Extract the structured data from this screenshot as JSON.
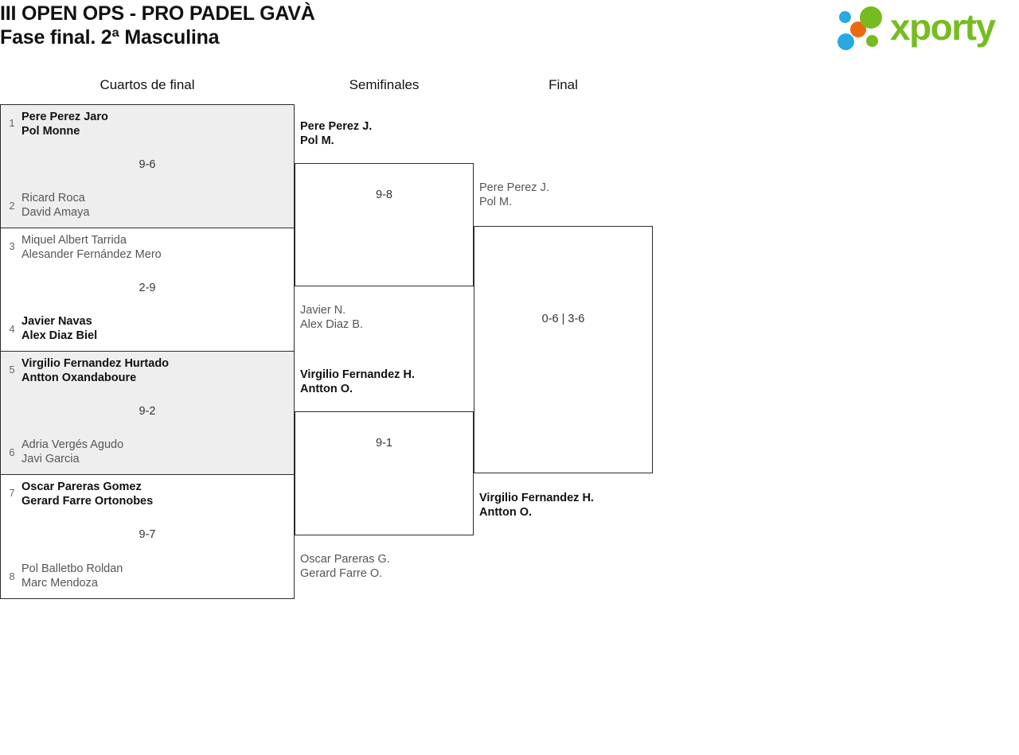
{
  "header": {
    "title_line1": "III OPEN OPS - PRO PADEL GAVÀ",
    "title_line2": "Fase final. 2ª Masculina"
  },
  "logo": {
    "wordmark": "xporty",
    "green": "#76bc21",
    "blue": "#27a9e1",
    "orange": "#ea6a10",
    "dots": [
      {
        "name": "dot-blue-small",
        "color": "#27a9e1"
      },
      {
        "name": "dot-orange",
        "color": "#ea6a10"
      },
      {
        "name": "dot-blue-large",
        "color": "#27a9e1"
      },
      {
        "name": "dot-green-large",
        "color": "#76bc21"
      },
      {
        "name": "dot-green-small",
        "color": "#76bc21"
      }
    ]
  },
  "rounds": [
    {
      "label": "Cuartos de final"
    },
    {
      "label": "Semifinales"
    },
    {
      "label": "Final"
    }
  ],
  "bracket": {
    "quarterfinals": [
      {
        "shaded": true,
        "score": "9-6",
        "top": {
          "seed": "1",
          "p1": "Pere Perez Jaro",
          "p2": "Pol Monne",
          "result": "winner"
        },
        "bottom": {
          "seed": "2",
          "p1": "Ricard Roca",
          "p2": "David Amaya",
          "result": "loser"
        }
      },
      {
        "shaded": false,
        "score": "2-9",
        "top": {
          "seed": "3",
          "p1": "Miquel Albert Tarrida",
          "p2": "Alesander Fernández Mero",
          "result": "loser"
        },
        "bottom": {
          "seed": "4",
          "p1": "Javier Navas",
          "p2": "Alex Diaz Biel",
          "result": "winner"
        }
      },
      {
        "shaded": true,
        "score": "9-2",
        "top": {
          "seed": "5",
          "p1": "Virgilio Fernandez Hurtado",
          "p2": "Antton Oxandaboure",
          "result": "winner"
        },
        "bottom": {
          "seed": "6",
          "p1": "Adria Vergés Agudo",
          "p2": "Javi Garcia",
          "result": "loser"
        }
      },
      {
        "shaded": false,
        "score": "9-7",
        "top": {
          "seed": "7",
          "p1": "Oscar Pareras Gomez",
          "p2": "Gerard Farre Ortonobes",
          "result": "winner"
        },
        "bottom": {
          "seed": "8",
          "p1": "Pol Balletbo Roldan",
          "p2": "Marc Mendoza",
          "result": "loser"
        }
      }
    ],
    "semifinals": [
      {
        "score": "9-8",
        "top": {
          "p1": "Pere Perez J.",
          "p2": "Pol M.",
          "result": "winner"
        },
        "bottom": {
          "p1": "Javier N.",
          "p2": "Alex Diaz B.",
          "result": "loser"
        }
      },
      {
        "score": "9-1",
        "top": {
          "p1": "Virgilio Fernandez H.",
          "p2": "Antton O.",
          "result": "winner"
        },
        "bottom": {
          "p1": "Oscar Pareras G.",
          "p2": "Gerard Farre O.",
          "result": "loser"
        }
      }
    ],
    "final": {
      "score": "0-6 | 3-6",
      "top": {
        "p1": "Pere Perez J.",
        "p2": "Pol M.",
        "result": "loser"
      },
      "bottom": {
        "p1": "Virgilio Fernandez H.",
        "p2": "Antton O.",
        "result": "winner"
      }
    }
  }
}
